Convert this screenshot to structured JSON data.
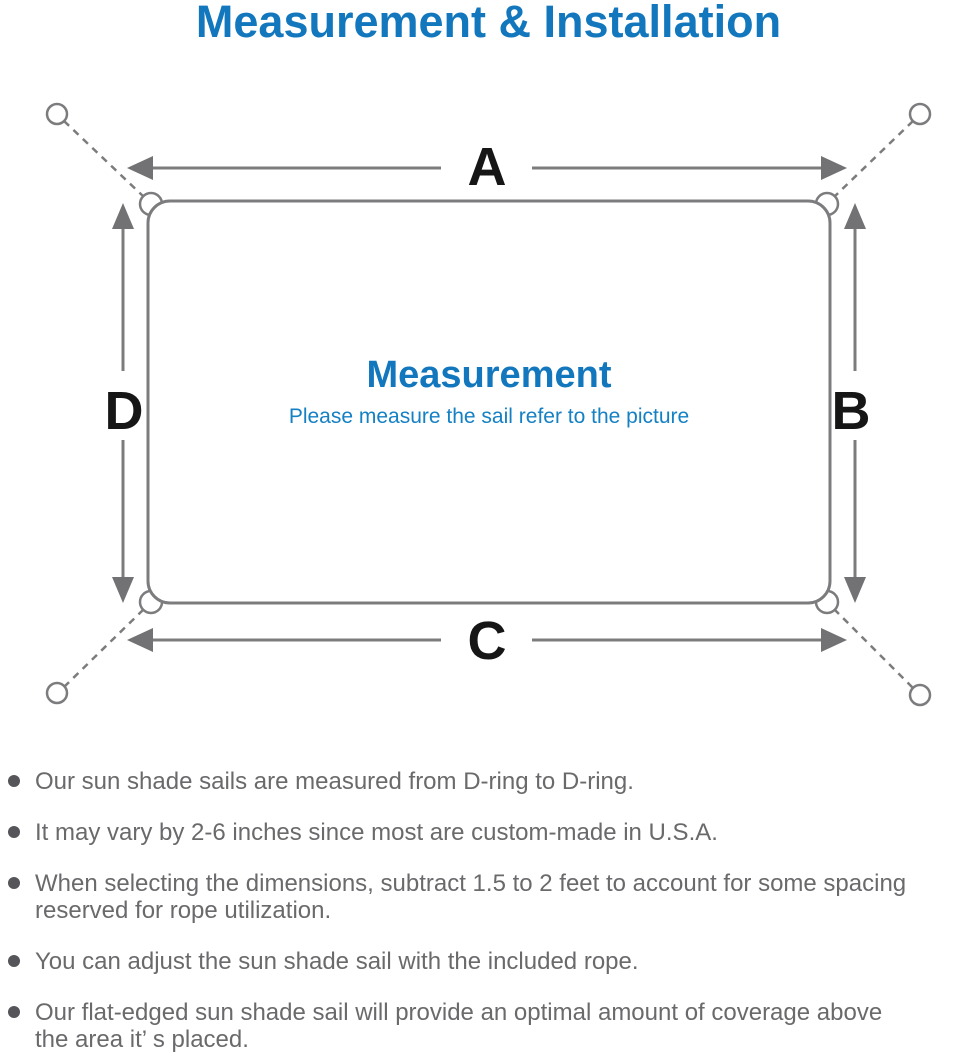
{
  "page": {
    "title": "Measurement & Installation"
  },
  "diagram": {
    "labels": {
      "top": "A",
      "right": "B",
      "bottom": "C",
      "left": "D"
    },
    "center_heading": "Measurement",
    "center_subtext": "Please measure the sail refer to the picture"
  },
  "notes": [
    {
      "lines": [
        "Our sun shade sails are measured from D-ring to D-ring."
      ]
    },
    {
      "lines": [
        "It may vary by 2-6 inches since most are custom-made in U.S.A."
      ]
    },
    {
      "lines": [
        "When selecting the dimensions, subtract 1.5 to 2 feet to account for some spacing",
        "reserved for rope utilization."
      ]
    },
    {
      "lines": [
        "You can adjust the sun shade sail with the included rope."
      ]
    },
    {
      "lines": [
        "Our flat-edged sun shade sail will provide an optimal amount of coverage above",
        "the area it’ s placed."
      ]
    }
  ],
  "colors": {
    "accent_blue": "#1277BD",
    "subtext_blue": "#1580C4",
    "line_gray": "#7C7C7E",
    "arrowhead_gray": "#727275",
    "label_black": "#161616",
    "note_text_gray": "#6A6A6D",
    "bullet_dot_gray": "#55555A"
  }
}
